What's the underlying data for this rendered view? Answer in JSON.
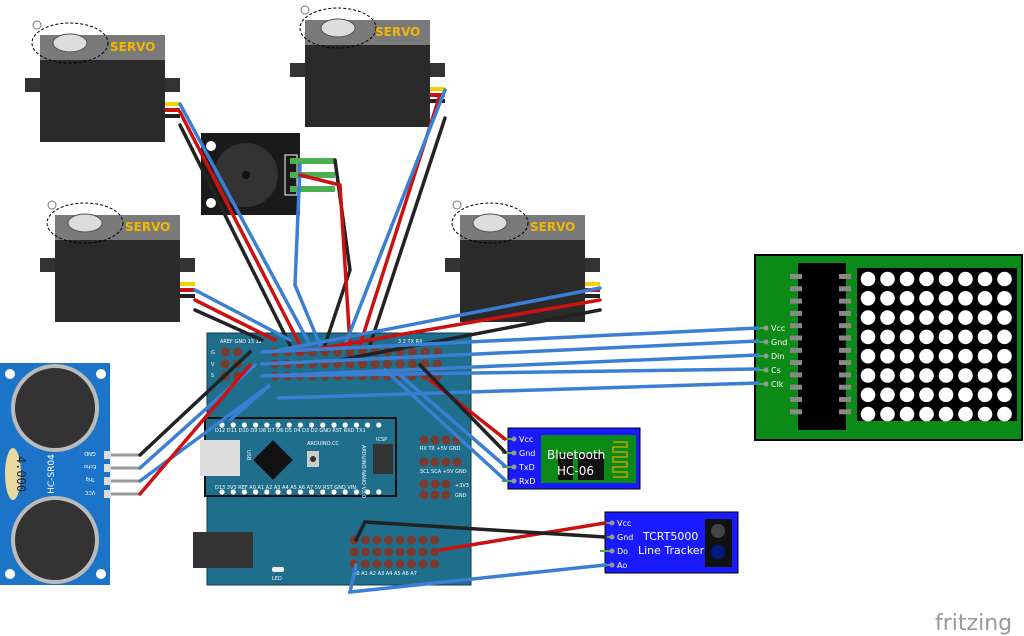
{
  "servos": [
    {
      "label": "SERVO"
    },
    {
      "label": "SERVO"
    },
    {
      "label": "SERVO"
    },
    {
      "label": "SERVO"
    }
  ],
  "ultrasonic": {
    "model": "HC-SR04",
    "crystal": "4.000",
    "pins": [
      "GND",
      "Echo",
      "Trig",
      "VCC"
    ]
  },
  "bluetooth": {
    "title_line1": "Bluetooth",
    "title_line2": "HC-06",
    "pins": [
      "Vcc",
      "Gnd",
      "TxD",
      "RxD"
    ]
  },
  "line_tracker": {
    "title_line1": "TCRT5000",
    "title_line2": "Line Tracker",
    "pins": [
      "Vcc",
      "Gnd",
      "Do",
      "Ao"
    ]
  },
  "matrix": {
    "pins": [
      "Vcc",
      "Gnd",
      "Din",
      "Cs",
      "Clk"
    ],
    "rows": 8,
    "cols": 8
  },
  "shield": {
    "header_top": "AREF GND 13 12",
    "header_top_right": "3  2  TX  RX",
    "row_labels": [
      "G",
      "V",
      "S"
    ],
    "analog_labels": "A0 A1 A2 A3 A4 A5 A6 A7",
    "right_labels1": "RX TX +5V GND",
    "right_labels2": "SCL SCA +5V GND",
    "right_labels3": "+3V3",
    "right_labels4": "GND",
    "led": "LED"
  },
  "nano": {
    "brand": "ARDUINO.CC",
    "name": "ARDUINO NANO V3.0",
    "top_pins": "D12 D11 D10 D9 D8 D7 D6 D5 D4 D3 D2 GND RST RXD TX1",
    "bottom_pins": "D13 3V3 REF A0 A1 A2 A3 A4 A5 A6 A7 5V RST GND VIN",
    "usb": "USB",
    "icsp": "ICSP"
  },
  "logo": "fritzing",
  "colors": {
    "shield": "#1f6e8c",
    "bt": "#1a1aff",
    "matrix_pcb": "#0b8a17",
    "ultrasonic": "#1c74c8",
    "wire_red": "#cc1111",
    "wire_blue": "#3a7fd4",
    "wire_black": "#222222"
  }
}
